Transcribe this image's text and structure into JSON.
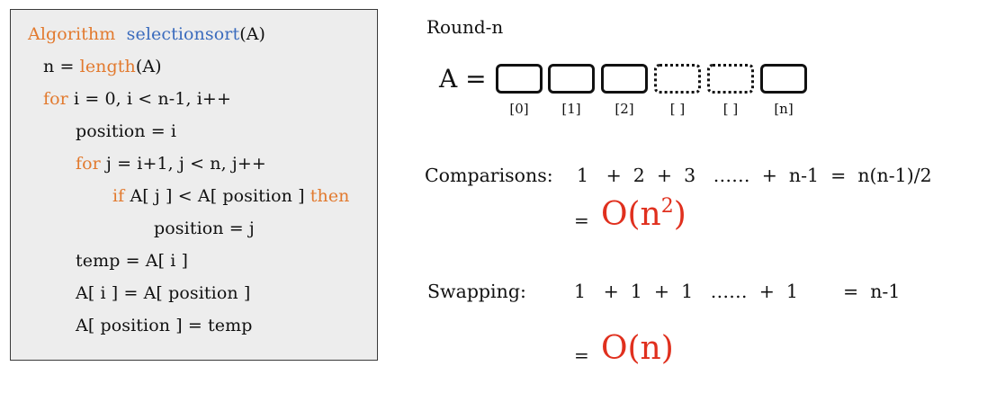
{
  "code": {
    "line1_keyword": "Algorithm",
    "line1_name": "selectionsort",
    "line1_args": "(A)",
    "line2_prefix": "n = ",
    "line2_call": "length",
    "line2_args": "(A)",
    "line3_keyword": "for",
    "line3_rest": " i = 0, i < n-1, i++",
    "line4": "position = i",
    "line5_keyword": "for",
    "line5_rest": " j = i+1, j < n, j++",
    "line6_keyword": "if",
    "line6_rest": " A[ j ] < A[ position ] ",
    "line6_then": "then",
    "line7": "position = j",
    "line8": "temp = A[ i ]",
    "line9": "A[ i ] = A[ position ]",
    "line10": "A[ position ] = temp"
  },
  "diagram": {
    "round_label": "Round-n",
    "array_label": "A =",
    "cells": [
      {
        "index": "[0]",
        "style": "solid"
      },
      {
        "index": "[1]",
        "style": "solid"
      },
      {
        "index": "[2]",
        "style": "solid"
      },
      {
        "index": "[ ]",
        "style": "dotted"
      },
      {
        "index": "[ ]",
        "style": "dotted"
      },
      {
        "index": "[n]",
        "style": "solid"
      }
    ],
    "comparisons_label": "Comparisons:",
    "comparisons_expr": "1   +  2  +  3   ……  +  n-1  =  n(n-1)/2",
    "comparisons_eq": "=",
    "comparisons_bigO": "O(n",
    "comparisons_exp": "2",
    "comparisons_close": ")",
    "swapping_label": "Swapping:",
    "swapping_expr": "1   +  1  +  1   ……  +  1",
    "swapping_result": "=  n-1",
    "swapping_eq": "=",
    "swapping_bigO": "O(n)"
  },
  "colors": {
    "keyword": "#e27a2f",
    "function_name": "#3a6bbd",
    "big_o": "#e0301e",
    "panel_bg": "#ededed"
  }
}
